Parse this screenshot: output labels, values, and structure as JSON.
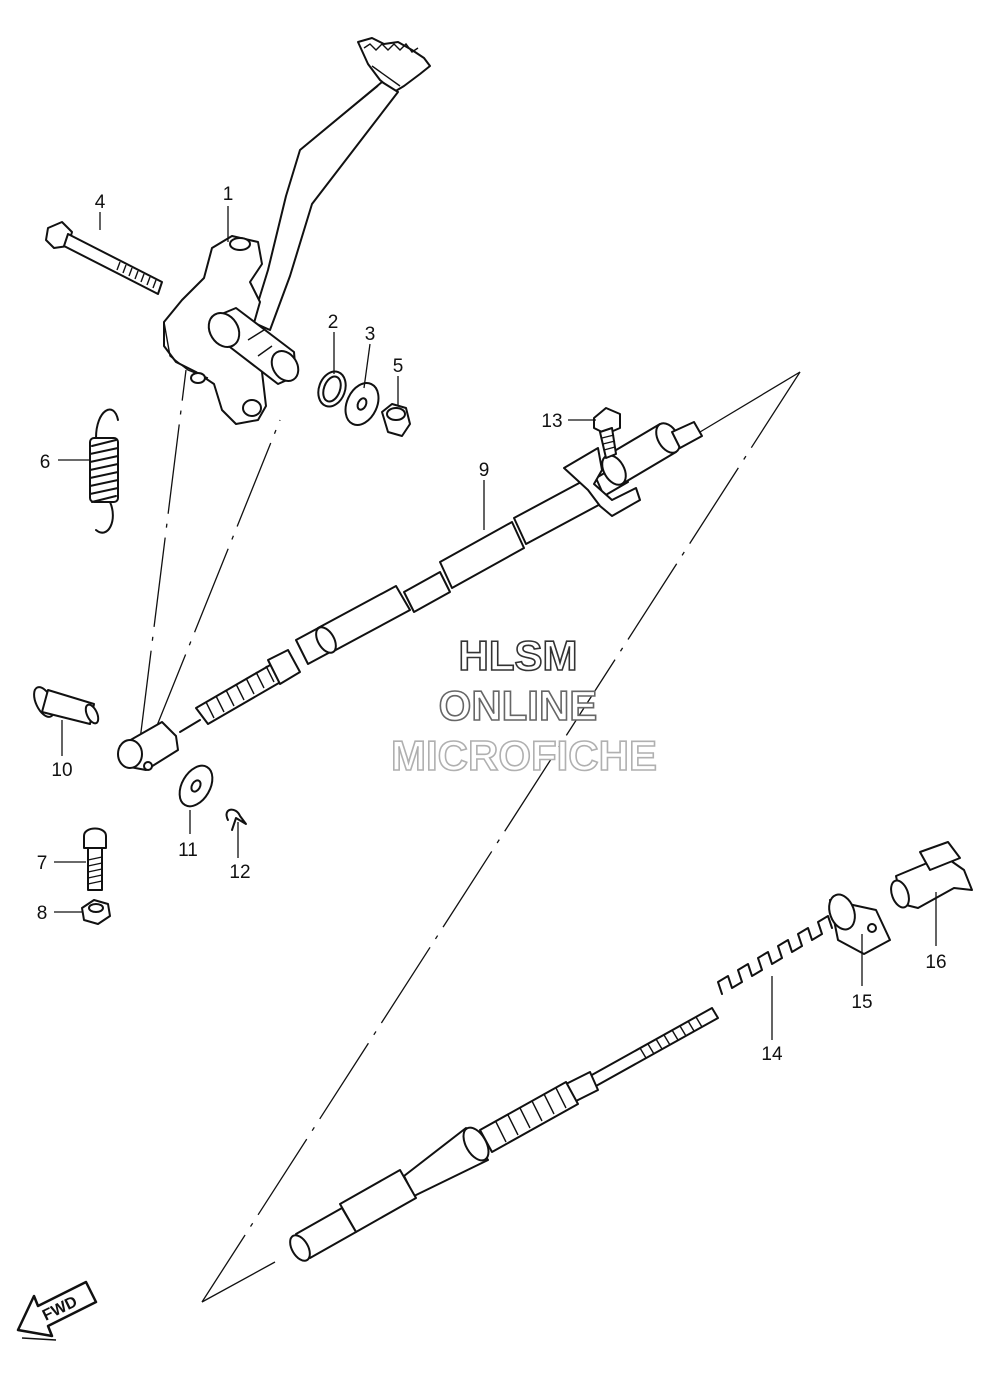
{
  "callouts": [
    {
      "id": "1",
      "label": "1"
    },
    {
      "id": "2",
      "label": "2"
    },
    {
      "id": "3",
      "label": "3"
    },
    {
      "id": "4",
      "label": "4"
    },
    {
      "id": "5",
      "label": "5"
    },
    {
      "id": "6",
      "label": "6"
    },
    {
      "id": "7",
      "label": "7"
    },
    {
      "id": "8",
      "label": "8"
    },
    {
      "id": "9",
      "label": "9"
    },
    {
      "id": "10",
      "label": "10"
    },
    {
      "id": "11",
      "label": "11"
    },
    {
      "id": "12",
      "label": "12"
    },
    {
      "id": "13",
      "label": "13"
    },
    {
      "id": "14",
      "label": "14"
    },
    {
      "id": "15",
      "label": "15"
    },
    {
      "id": "16",
      "label": "16"
    }
  ],
  "watermark": {
    "line1": "HLSM",
    "line2": "ONLINE",
    "line3": "MICROFICHE",
    "color_line1": "#333333",
    "color_line2": "#666666",
    "color_line3": "#b0b0b0"
  },
  "direction_indicator": {
    "label": "FWD",
    "icon": "arrow-down-left-icon"
  }
}
